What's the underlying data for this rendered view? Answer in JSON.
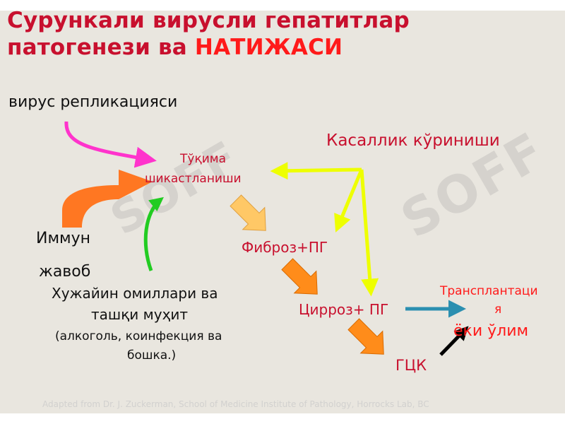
{
  "title": {
    "line1": "Сурункали вирусли гепатитлар",
    "line2_prefix": "патогенези ва ",
    "line2_accent": "НАТИЖАСИ"
  },
  "labels": {
    "virus_replication": "вирус репликацияси",
    "tissue_line1": "Тўқима",
    "tissue_line2": "шикастланиши",
    "disease_manifestation": "Касаллик кўриниши",
    "immune_line1": "Иммун",
    "immune_line2": "жавоб",
    "fibrosis": "Фиброз+ПГ",
    "host_line1": "Хужайин омиллари ва",
    "host_line2": "ташқи муҳит",
    "host_line3": "(алкоголь, коинфекция ва",
    "host_line4": "бошка.)",
    "cirrhosis": "Цирроз+ ПГ",
    "transplant_line1": "Трансплантаци",
    "transplant_line2": "я",
    "death": "ёки ўлим",
    "hcc": "ГЦК"
  },
  "footer": "Adapted from Dr. J. Zuckerman, School of Medicine Institute of Pathology, Horrocks Lab, BC",
  "watermark": "SOFF",
  "colors": {
    "title_red": "#c8102e",
    "accent_red": "#ff1a1a",
    "arrow_magenta": "#ff33cc",
    "arrow_orange": "#ff7722",
    "arrow_green": "#22cc22",
    "arrow_yellow": "#eeff00",
    "arrow_block_light": "#ffc866",
    "arrow_block_dark": "#ff8c1a",
    "arrow_teal": "#2b8fb0",
    "arrow_black": "#000000"
  }
}
